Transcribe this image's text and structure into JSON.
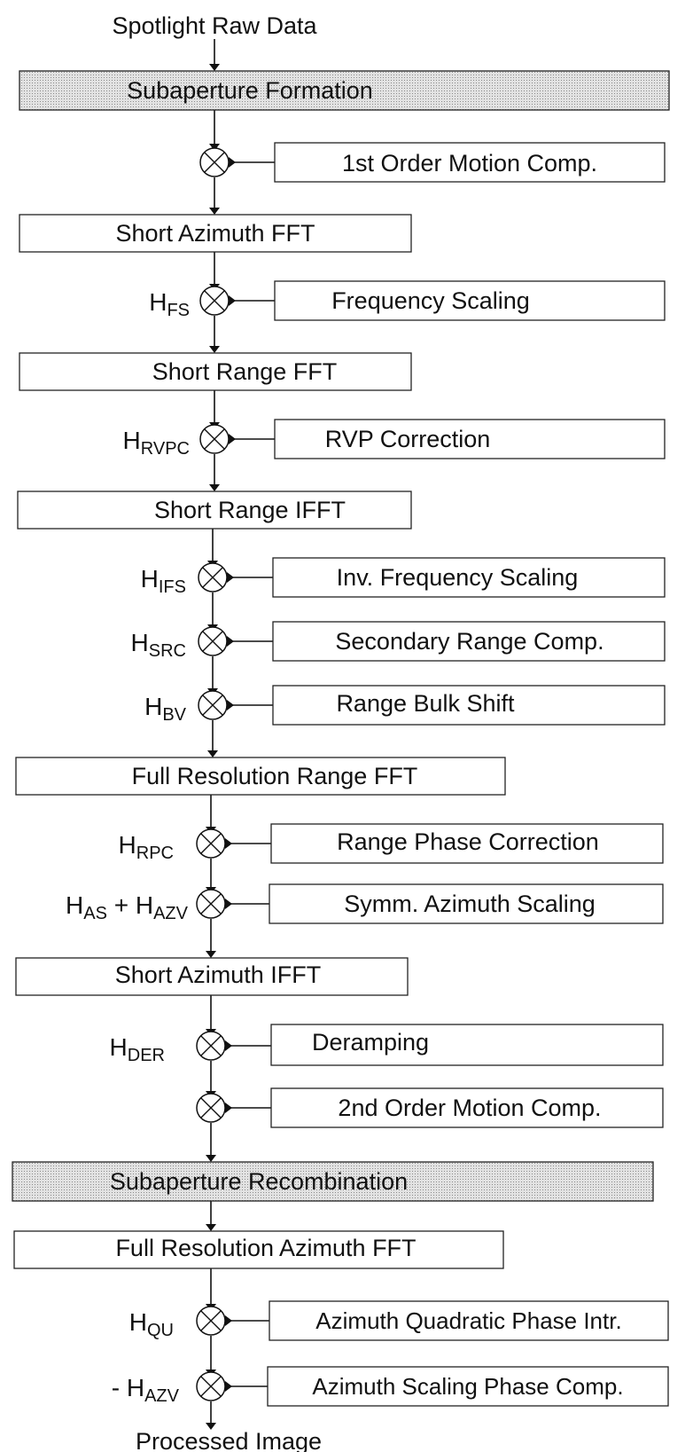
{
  "diagram": {
    "input_label": "Spotlight Raw Data",
    "output_label": "Processed Image",
    "blocks": {
      "subaperture_formation": "Subaperture Formation",
      "short_azimuth_fft": "Short Azimuth FFT",
      "short_range_fft": "Short Range FFT",
      "short_range_ifft": "Short Range IFFT",
      "full_resolution_range_fft": "Full Resolution Range FFT",
      "short_azimuth_ifft": "Short Azimuth IFFT",
      "subaperture_recombination": "Subaperture Recombination",
      "full_resolution_azimuth_fft": "Full Resolution Azimuth FFT"
    },
    "side_blocks": {
      "first_order_mocomp": "1st Order Motion Comp.",
      "frequency_scaling": "Frequency Scaling",
      "rvp_correction": "RVP Correction",
      "inv_frequency_scaling": "Inv. Frequency Scaling",
      "secondary_range_comp": "Secondary Range Comp.",
      "range_bulk_shift": "Range Bulk Shift",
      "range_phase_correction": "Range Phase Correction",
      "symm_azimuth_scaling": "Symm. Azimuth Scaling",
      "deramping": "Deramping",
      "second_order_mocomp": "2nd Order Motion Comp.",
      "azimuth_quadratic_phase": "Azimuth Quadratic Phase Intr.",
      "azimuth_scaling_phase_comp": "Azimuth Scaling Phase Comp."
    },
    "filters": {
      "fs": {
        "prefix": "H",
        "sub": "FS"
      },
      "rvpc": {
        "prefix": "H",
        "sub": "RVPC"
      },
      "ifs": {
        "prefix": "H",
        "sub": "IFS"
      },
      "src": {
        "prefix": "H",
        "sub": "SRC"
      },
      "bv": {
        "prefix": "H",
        "sub": "BV"
      },
      "rpc": {
        "prefix": "H",
        "sub": "RPC"
      },
      "as_azv": {
        "prefix": "H",
        "sub": "AS",
        "joiner": " + H",
        "sub2": "AZV"
      },
      "der": {
        "prefix": "H",
        "sub": "DER"
      },
      "qu": {
        "prefix": "H",
        "sub": "QU"
      },
      "neg_azv": {
        "prefix": "- H",
        "sub": "AZV"
      }
    }
  }
}
